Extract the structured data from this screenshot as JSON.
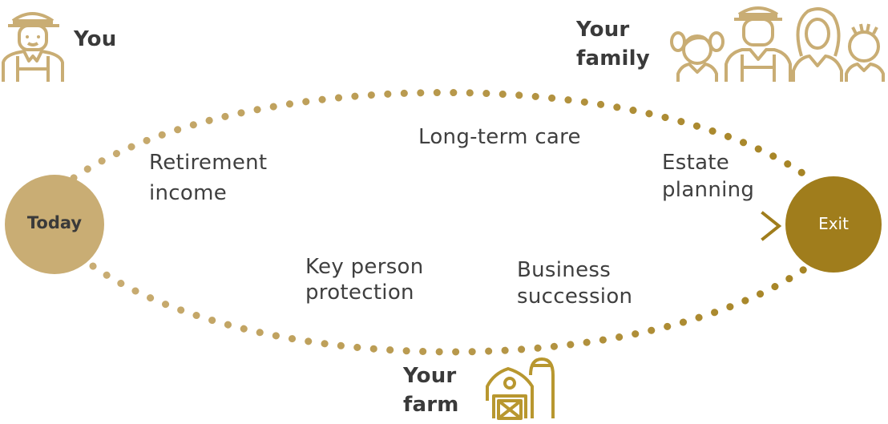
{
  "colors": {
    "light_gold": "#c9ad74",
    "dark_gold": "#a07d1c",
    "text": "#3f3f3f",
    "white": "#ffffff"
  },
  "nodes": {
    "start": "Today",
    "end": "Exit"
  },
  "people": {
    "you": "You",
    "family_line1": "Your",
    "family_line2": "family",
    "farm_line1": "Your",
    "farm_line2": "farm"
  },
  "needs": {
    "retirement_line1": "Retirement",
    "retirement_line2": "income",
    "long_term_care": "Long-term care",
    "estate_line1": "Estate",
    "estate_line2": "planning",
    "key_person_line1": "Key person",
    "key_person_line2": "protection",
    "business_line1": "Business",
    "business_line2": "succession"
  },
  "icons": {
    "you": "farmer-icon",
    "family": "family-icon",
    "farm": "barn-silo-icon"
  }
}
